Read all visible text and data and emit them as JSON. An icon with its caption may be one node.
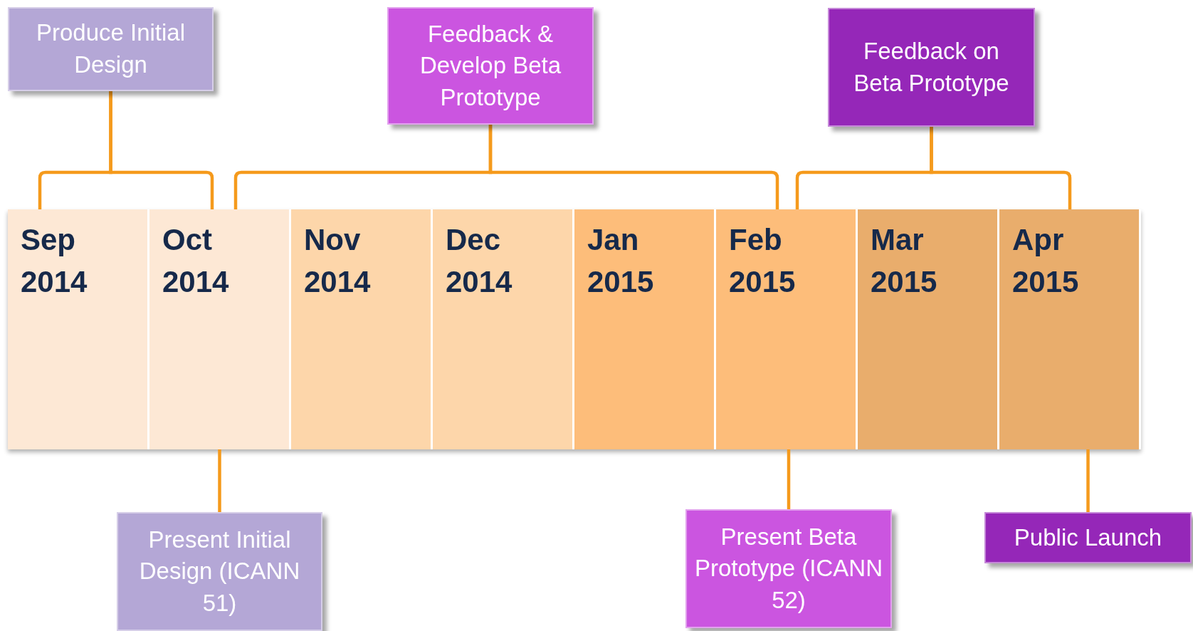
{
  "diagram": {
    "nodes": [
      {
        "text": [
          "Produce Initial Design"
        ]
      },
      {
        "text": [
          "Feedback & Develop Beta Prototype"
        ]
      },
      {
        "text": [
          "Feedback on Beta Prototype"
        ]
      },
      {
        "text": [
          "Sep 2014"
        ]
      },
      {
        "text": [
          "Oct 2014"
        ]
      },
      {
        "text": [
          "Nov 2014"
        ]
      },
      {
        "text": [
          "Dec 2014"
        ]
      },
      {
        "text": [
          "Jan 2015"
        ]
      },
      {
        "text": [
          "Feb 2015"
        ]
      },
      {
        "text": [
          "Mar 2015"
        ]
      },
      {
        "text": [
          "Apr 2015"
        ]
      },
      {
        "text": [
          "Present Initial Design (ICANN 51)"
        ]
      },
      {
        "text": [
          "Present Beta Prototype (ICANN 52)"
        ]
      },
      {
        "text": [
          "Public Launch"
        ]
      }
    ],
    "edges": [
      {
        "from": 0,
        "to": 3,
        "arrow": "none"
      },
      {
        "from": 0,
        "to": 4,
        "arrow": "none"
      },
      {
        "from": 1,
        "to": 4,
        "arrow": "none"
      },
      {
        "from": 1,
        "to": 8,
        "arrow": "none"
      },
      {
        "from": 2,
        "to": 8,
        "arrow": "none"
      },
      {
        "from": 2,
        "to": 10,
        "arrow": "none"
      },
      {
        "from": 11,
        "to": 4,
        "arrow": "none"
      },
      {
        "from": 12,
        "to": 8,
        "arrow": "none"
      },
      {
        "from": 13,
        "to": 10,
        "arrow": "none"
      }
    ]
  }
}
